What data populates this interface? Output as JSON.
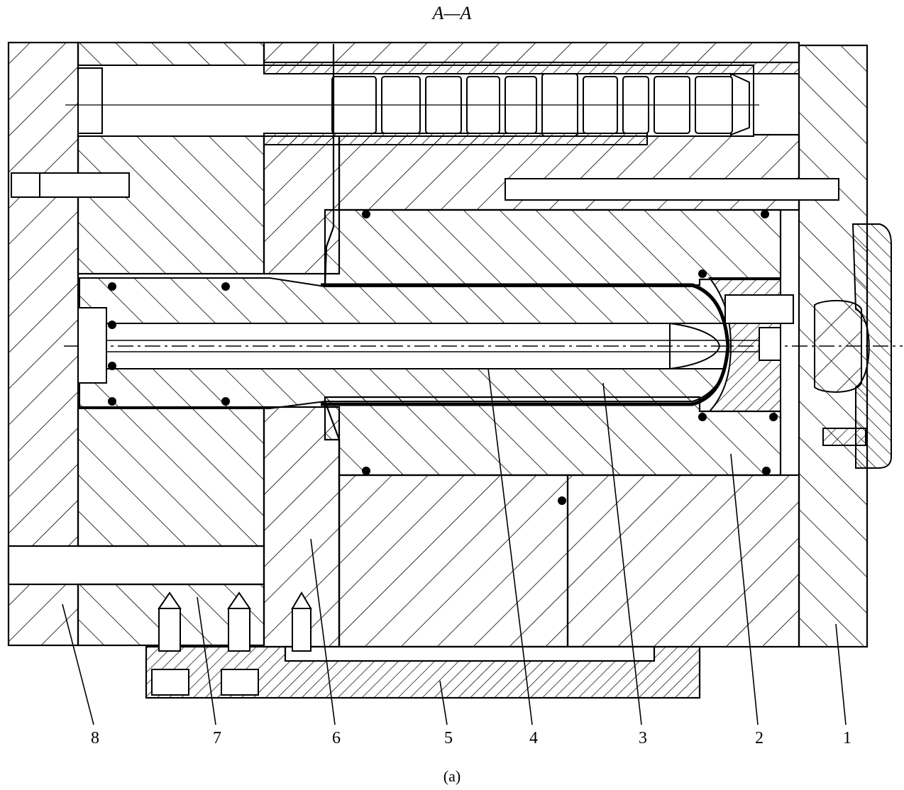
{
  "section_title": "A—A",
  "figure_caption": "(a)",
  "part_labels": [
    {
      "id": "part-8",
      "text": "8"
    },
    {
      "id": "part-7",
      "text": "7"
    },
    {
      "id": "part-6",
      "text": "6"
    },
    {
      "id": "part-5",
      "text": "5"
    },
    {
      "id": "part-4",
      "text": "4"
    },
    {
      "id": "part-3",
      "text": "3"
    },
    {
      "id": "part-2",
      "text": "2"
    },
    {
      "id": "part-1",
      "text": "1"
    }
  ],
  "colors": {
    "line": "#000000",
    "background": "#ffffff"
  }
}
